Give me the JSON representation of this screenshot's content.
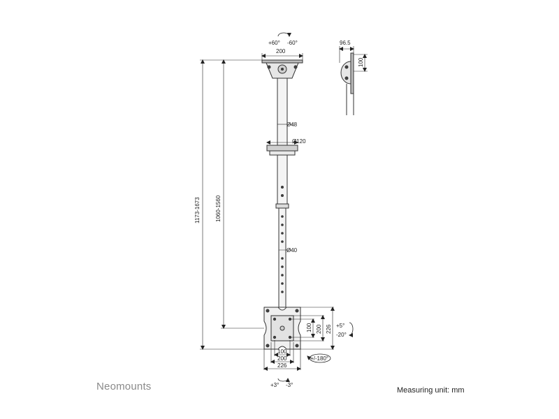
{
  "brand": "Neomounts",
  "measuring_unit": "Measuring unit: mm",
  "dimensions": {
    "top_rotation_left": "+60°",
    "top_rotation_right": "-60°",
    "top_plate_width": "200",
    "side_depth": "96.5",
    "side_height": "100",
    "pole_upper_diameter": "Ø48",
    "collar_diameter": "Ø120",
    "pole_lower_diameter": "Ø40",
    "total_height_range": "1173-1673",
    "pole_length_range": "1060-1560",
    "tilt_up": "+5°",
    "tilt_down": "-20°",
    "vesa_h_100": "100",
    "vesa_h_200": "200",
    "vesa_h_226": "226",
    "vesa_w_100": "100",
    "vesa_w_200": "200",
    "vesa_w_226": "226",
    "swivel": "+/-180°",
    "level_left": "+3°",
    "level_right": "-3°"
  }
}
